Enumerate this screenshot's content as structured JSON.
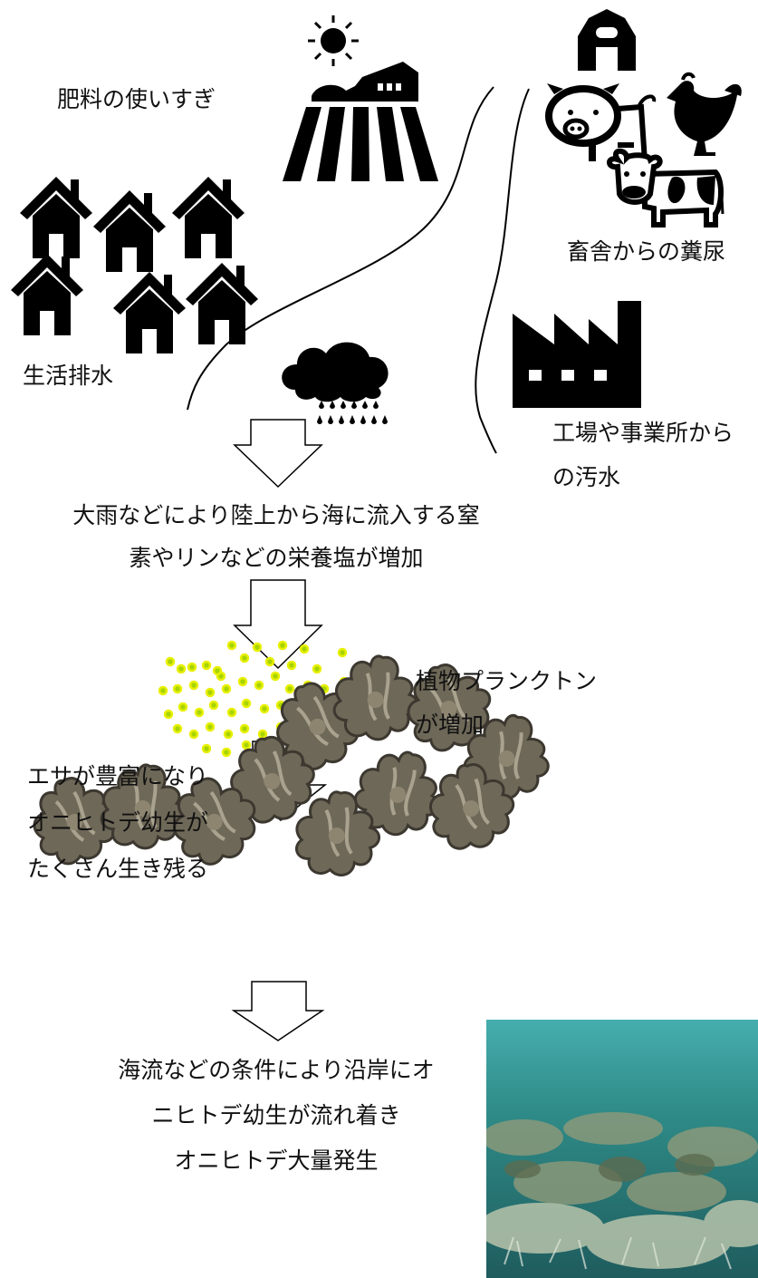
{
  "labels": {
    "fertilizer": "肥料の使いすぎ",
    "livestock": "畜舎からの糞尿",
    "household": "生活排水",
    "factory_line1": "工場や事業所から",
    "factory_line2": "の汚水",
    "step1_line1": "大雨などにより陸上から海に流入する窒",
    "step1_line2": "素やリンなどの栄養塩が増加",
    "plankton_line1": "植物プランクトン",
    "plankton_line2": "が増加",
    "larvae_line1": "エサが豊富になり",
    "larvae_line2": "オニヒトデ幼生が",
    "larvae_line3": "たくさん生き残る",
    "final_line1": "海流などの条件により沿岸にオ",
    "final_line2": "ニヒトデ幼生が流れ着き",
    "final_line3": "オニヒトデ大量発生"
  },
  "icons": [
    "sun-icon",
    "farm-field-icon",
    "barn-icon",
    "pig-icon",
    "rooster-icon",
    "cow-icon",
    "house-icon",
    "rain-cloud-icon",
    "factory-icon",
    "down-arrow-icon",
    "plankton-dot-icon",
    "starfish-larva-icon",
    "coral-reef-photo"
  ],
  "colors": {
    "icon": "#000000",
    "plankton_fill": "#a8d400",
    "plankton_ring": "#e8f000",
    "larva": "#6e6858",
    "reef_water": "#2f8c88"
  }
}
